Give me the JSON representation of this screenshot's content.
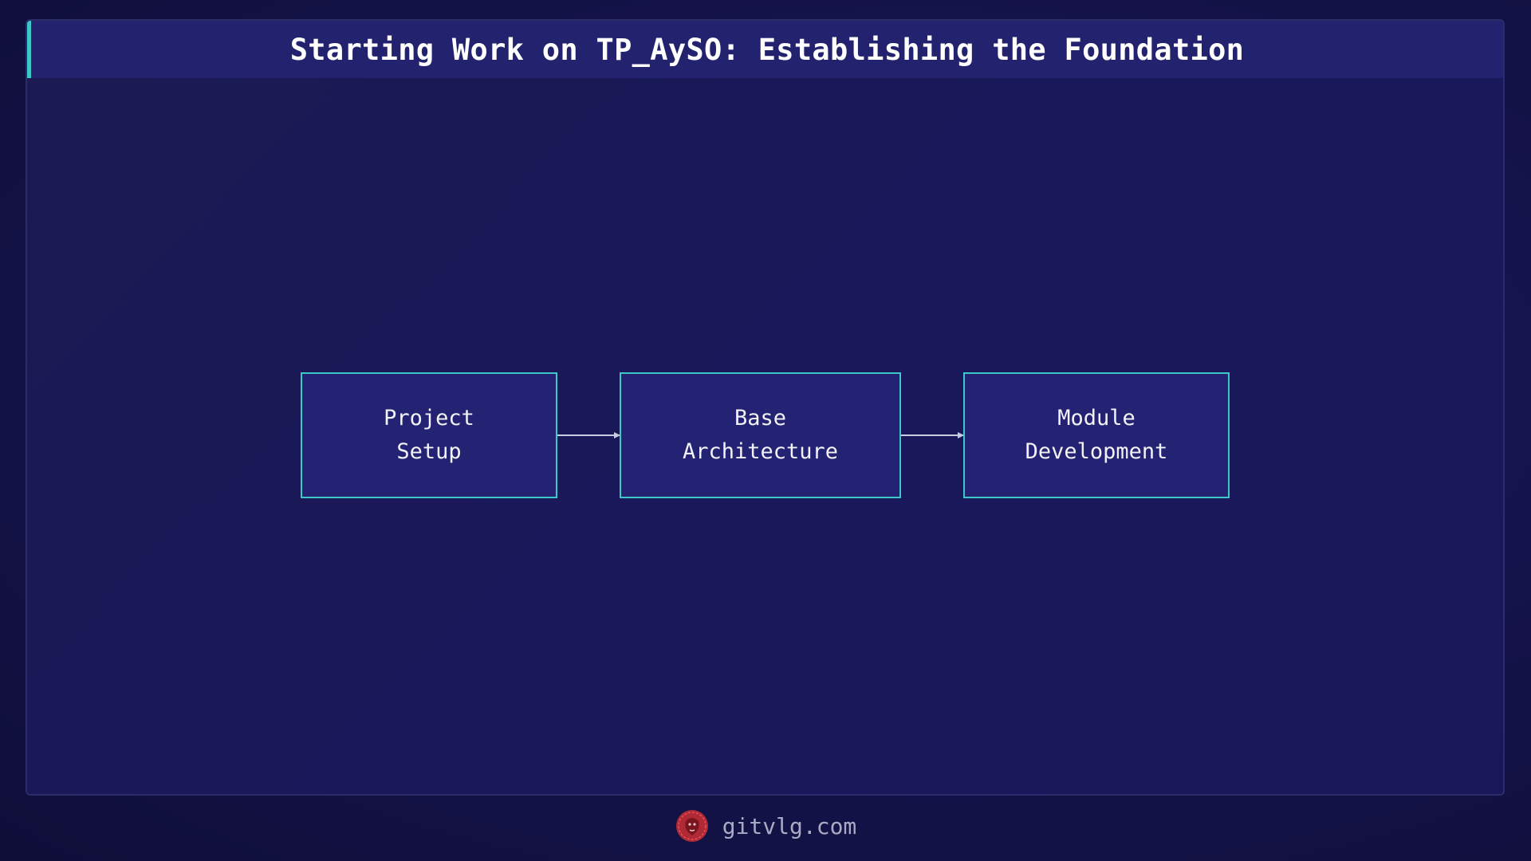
{
  "header": {
    "title": "Starting Work on TP_AySO: Establishing the Foundation"
  },
  "diagram": {
    "nodes": [
      {
        "label": "Project\nSetup"
      },
      {
        "label": "Base\nArchitecture"
      },
      {
        "label": "Module\nDevelopment"
      }
    ],
    "edges": [
      {
        "from": "Project Setup",
        "to": "Base Architecture"
      },
      {
        "from": "Base Architecture",
        "to": "Module Development"
      }
    ]
  },
  "footer": {
    "site": "gitvlg.com",
    "logo_icon": "lion-logo-icon"
  },
  "colors": {
    "background": "#14134a",
    "panel": "#1b1a52",
    "title_bar": "#23226f",
    "accent": "#3cc7c9",
    "node_fill": "#232273",
    "logo": "#c8343d"
  }
}
